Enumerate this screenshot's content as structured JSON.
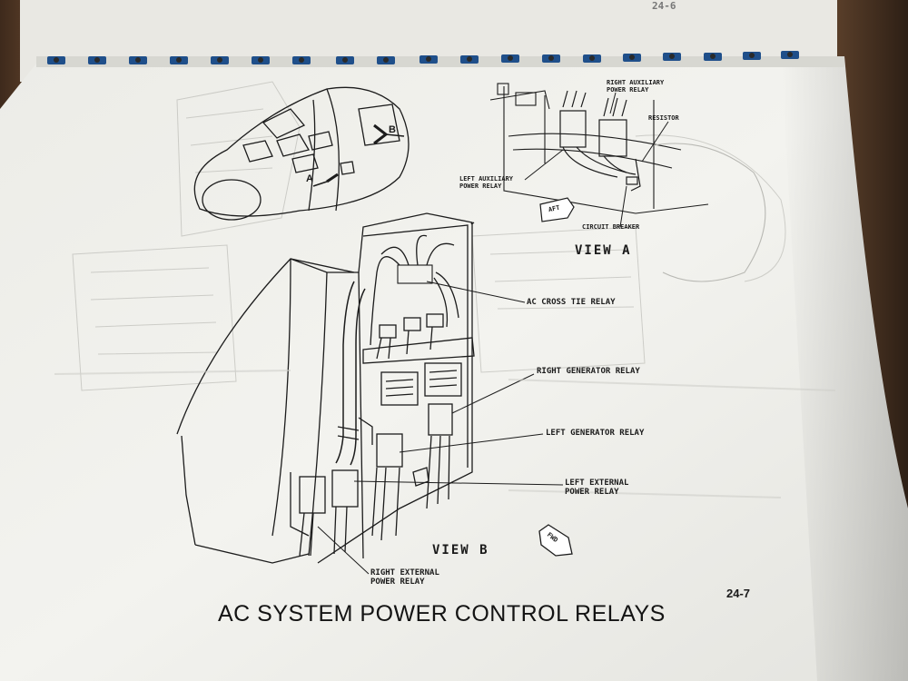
{
  "header": {
    "running_text": "",
    "page_ref": "24-6"
  },
  "view_a": {
    "label": "VIEW A",
    "callouts": {
      "right_aux": "RIGHT AUXILIARY\nPOWER RELAY",
      "resistor": "RESISTOR",
      "left_aux": "LEFT AUXILIARY\nPOWER RELAY",
      "circuit_breaker": "CIRCUIT BREAKER",
      "aft_badge": "AFT"
    }
  },
  "locator": {
    "marker_a": "A",
    "marker_b": "B"
  },
  "view_b": {
    "label": "VIEW B",
    "fwd_badge": "FWD",
    "callouts": {
      "ac_cross_tie": "AC CROSS TIE RELAY",
      "right_generator": "RIGHT GENERATOR RELAY",
      "left_generator": "LEFT GENERATOR RELAY",
      "left_external": "LEFT EXTERNAL\nPOWER RELAY",
      "right_external": "RIGHT EXTERNAL\nPOWER RELAY"
    }
  },
  "footer": {
    "page_number": "24-7",
    "title": "AC SYSTEM POWER CONTROL RELAYS"
  },
  "colors": {
    "paper": "#f1f1ed",
    "ink": "#1c1c1c",
    "spiral_blue": "#1f4f8a",
    "wood": "#6b4f38"
  }
}
